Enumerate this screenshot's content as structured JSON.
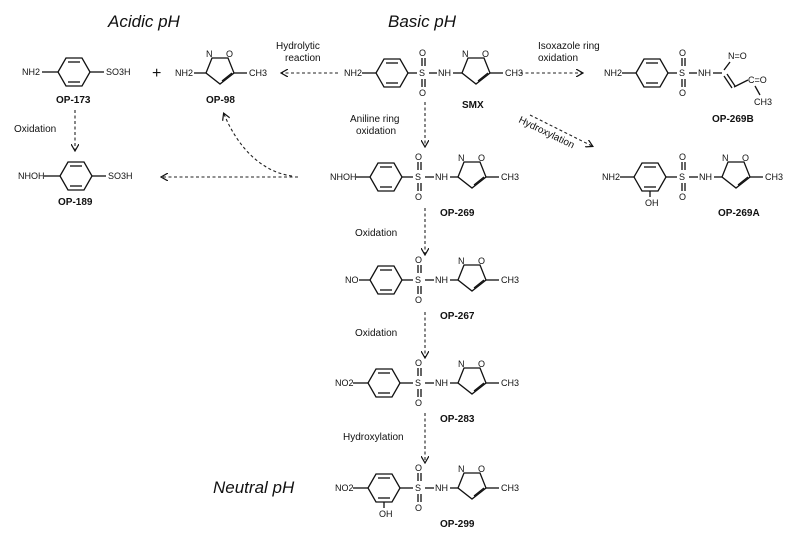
{
  "headers": {
    "acidic": "Acidic pH",
    "basic": "Basic pH",
    "neutral": "Neutral pH"
  },
  "compounds": {
    "op173": {
      "label": "OP-173",
      "left": "NH2",
      "right": "SO3H"
    },
    "op98": {
      "label": "OP-98",
      "left": "NH2",
      "o": "O",
      "n": "N",
      "me": "CH3"
    },
    "smx": {
      "label": "SMX",
      "left": "NH2",
      "s": "S",
      "o": "O",
      "nh": "NH",
      "io": "O",
      "in": "N",
      "me": "CH3"
    },
    "op269b": {
      "label": "OP-269B",
      "left": "NH2",
      "s": "S",
      "o": "O",
      "nh": "NH",
      "no": "N=O",
      "co": "C=O",
      "me": "CH3"
    },
    "op189": {
      "label": "OP-189",
      "left": "NHOH",
      "right": "SO3H"
    },
    "op269": {
      "label": "OP-269",
      "left": "NHOH",
      "s": "S",
      "o": "O",
      "nh": "NH",
      "io": "O",
      "in": "N",
      "me": "CH3"
    },
    "op269a": {
      "label": "OP-269A",
      "left": "NH2",
      "oh": "OH",
      "s": "S",
      "o": "O",
      "nh": "NH",
      "io": "O",
      "in": "N",
      "me": "CH3"
    },
    "op267": {
      "label": "OP-267",
      "left": "NO",
      "s": "S",
      "o": "O",
      "nh": "NH",
      "io": "O",
      "in": "N",
      "me": "CH3"
    },
    "op283": {
      "label": "OP-283",
      "left": "NO2",
      "s": "S",
      "o": "O",
      "nh": "NH",
      "io": "O",
      "in": "N",
      "me": "CH3"
    },
    "op299": {
      "label": "OP-299",
      "left": "NO2",
      "oh": "OH",
      "s": "S",
      "o": "O",
      "nh": "NH",
      "io": "O",
      "in": "N",
      "me": "CH3"
    }
  },
  "plus": "+",
  "reactions": {
    "hydrolytic_1": "Hydrolytic",
    "hydrolytic_2": "reaction",
    "isox_1": "Isoxazole ring",
    "isox_2": "oxidation",
    "aniline_1": "Aniline ring",
    "aniline_2": "oxidation",
    "hydroxylation_diag": "Hydroxylation",
    "oxidation_left": "Oxidation",
    "oxidation_1": "Oxidation",
    "oxidation_2": "Oxidation",
    "hydroxylation": "Hydroxylation"
  }
}
